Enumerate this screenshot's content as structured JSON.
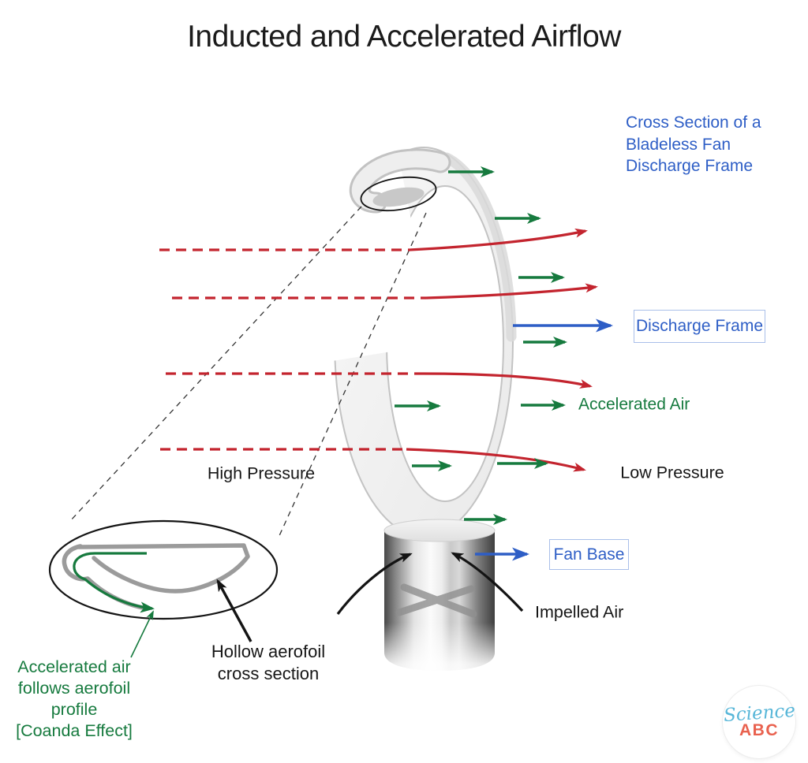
{
  "title": "Inducted and Accelerated Airflow",
  "labels": {
    "cross_section_note": [
      "Cross Section of a",
      "Bladeless Fan",
      "Discharge Frame"
    ],
    "discharge_frame": "Discharge Frame",
    "accelerated_air": "Accelerated Air",
    "high_pressure": "High Pressure",
    "low_pressure": "Low Pressure",
    "fan_base": "Fan Base",
    "impelled_air": "Impelled Air",
    "aerofoil_note": [
      "Hollow aerofoil",
      "cross section"
    ],
    "coanda_note": [
      "Accelerated air",
      "follows aerofoil",
      "profile",
      "[Coanda Effect]"
    ]
  },
  "logo": {
    "script": "Science",
    "caps": "ABC"
  },
  "colors": {
    "accelerated_air_green": "#167a3e",
    "inducted_air_red": "#c3242e",
    "callout_blue": "#2e5ec6",
    "callout_box_border": "#a9bfe9",
    "text_black": "#161616",
    "ring_edge_gray": "#c3c3c3",
    "aerofoil_gray": "#9b9b9b",
    "logo_blue": "#57b6d8",
    "logo_orange": "#e9614e"
  }
}
